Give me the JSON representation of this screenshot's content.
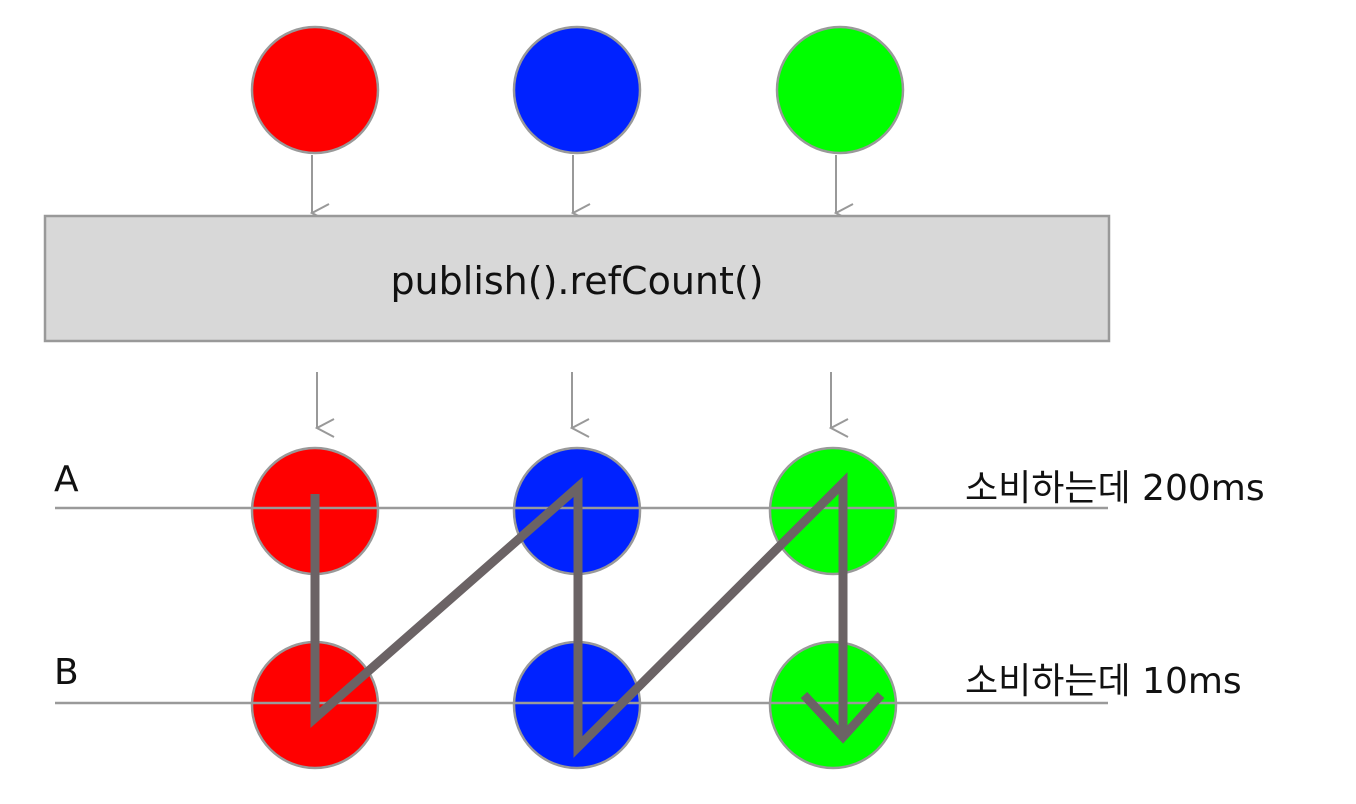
{
  "operator": {
    "label": "publish().refCount()"
  },
  "source_items": [
    {
      "name": "red",
      "color": "#ff0000"
    },
    {
      "name": "blue",
      "color": "#0022ff"
    },
    {
      "name": "green",
      "color": "#00ff00"
    }
  ],
  "subscribers": [
    {
      "label": "A",
      "note": "소비하는데 200ms"
    },
    {
      "label": "B",
      "note": "소비하는데 10ms"
    }
  ],
  "colors": {
    "outline": "#999999",
    "operator_fill": "#d8d8d8",
    "timeline": "#9a9a9a",
    "flow_path": "#6b6365"
  }
}
